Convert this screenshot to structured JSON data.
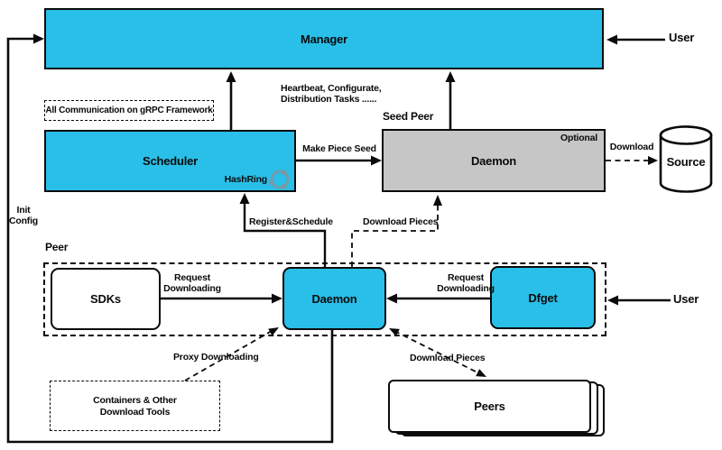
{
  "diagram": {
    "title_context": "P2P file distribution architecture",
    "nodes": {
      "manager": "Manager",
      "scheduler": "Scheduler",
      "seed_daemon": "Daemon",
      "source": "Source",
      "sdks": "SDKs",
      "peer_daemon": "Daemon",
      "dfget": "Dfget",
      "peers": "Peers",
      "containers_line1": "Containers & Other",
      "containers_line2": "Download Tools"
    },
    "groups": {
      "seed_peer": "Seed Peer",
      "peer": "Peer"
    },
    "edge_labels": {
      "grpc_note": "All Communication on gRPC Framework",
      "heartbeat_line1": "Heartbeat, Configurate,",
      "heartbeat_line2": "Distribution Tasks ......",
      "make_piece_seed": "Make Piece Seed",
      "optional": "Optional",
      "download": "Download",
      "hashring": "HashRing",
      "init_line1": "Init",
      "init_line2": "Config",
      "register_schedule": "Register&Schedule",
      "download_pieces": "Download Pieces",
      "request_line1": "Request",
      "request_line2": "Downloading",
      "proxy_downloading": "Proxy Downloading",
      "user": "User"
    },
    "colors": {
      "accent_cyan": "#29bfe8",
      "seed_gray": "#c6c6c6",
      "line_black": "#0b0b0b",
      "hashring_icon": "#7d97a2"
    }
  }
}
